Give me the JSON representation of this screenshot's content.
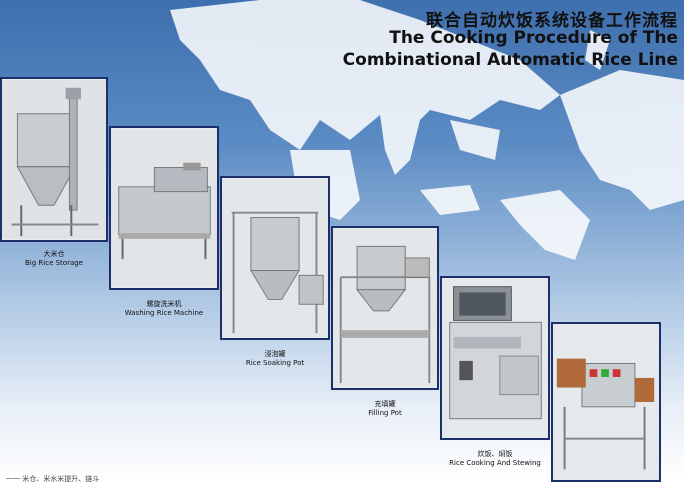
{
  "title": {
    "chinese": "联合自动炊饭系统设备工作流程",
    "english_line1": "The Cooking Procedure of The",
    "english_line2": "Combinational Automatic Rice Line"
  },
  "steps": [
    {
      "cn": "大米仓",
      "en": "Big Rice Storage"
    },
    {
      "cn": "螺旋洗米机",
      "en": "Washing Rice Machine"
    },
    {
      "cn": "浸泡罐",
      "en": "Rice Soaking Pot"
    },
    {
      "cn": "充填罐",
      "en": "Filling Pot"
    },
    {
      "cn": "炊饭、焖饭",
      "en": "Rice Cooking And Stewing"
    }
  ],
  "footer": "一一 米仓、米水米提升、链斗"
}
